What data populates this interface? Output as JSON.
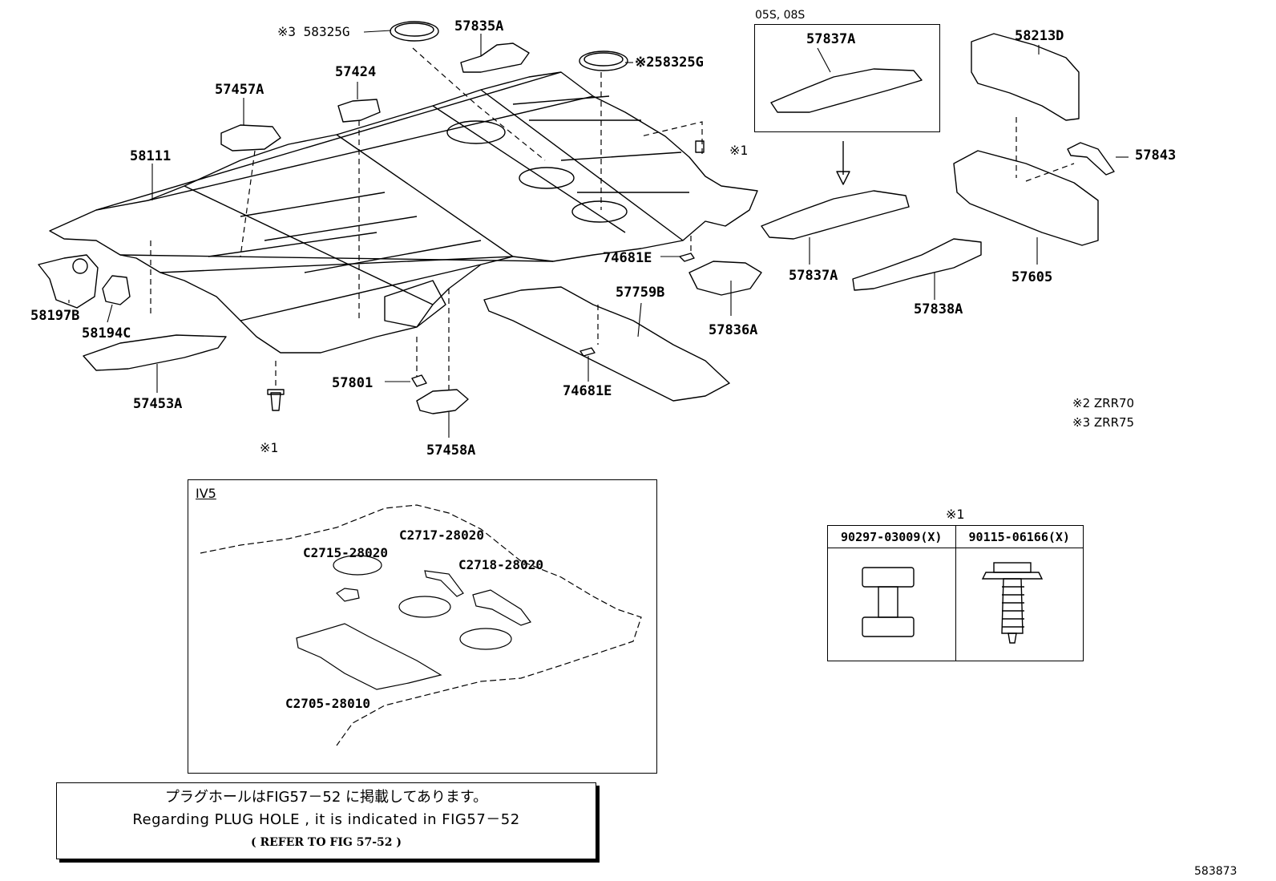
{
  "labels": {
    "p58325G_3": "※3 58325G",
    "p57835A": "57835A",
    "p58325G_2": "※258325G",
    "p57424": "57424",
    "p57457A": "57457A",
    "p58111": "58111",
    "p58197B": "58197B",
    "p58194C": "58194C",
    "p57453A": "57453A",
    "p57801": "57801",
    "p57458A": "57458A",
    "p74681E_a": "74681E",
    "p74681E_b": "74681E",
    "p57759B": "57759B",
    "p57836A": "57836A",
    "star1_a": "※1",
    "star1_b": "※1",
    "p57837A_top": "57837A",
    "p57837A_bot": "57837A",
    "p57838A": "57838A",
    "p58213D": "58213D",
    "p57843": "57843",
    "p57605": "57605"
  },
  "variant_box": {
    "caption": "05S, 08S"
  },
  "notes": {
    "zrr70": "※2 ZRR70",
    "zrr75": "※3 ZRR75"
  },
  "iv5": {
    "title": "IV5",
    "c2715": "C2715-28020",
    "c2717": "C2717-28020",
    "c2718": "C2718-28020",
    "c2705": "C2705-28010"
  },
  "fasteners": {
    "caption": "※1",
    "col1": "90297-03009(X)",
    "col2": "90115-06166(X)"
  },
  "plug_note": {
    "line1": "プラグホールはFIG57－52 に掲載してあります。",
    "line2": "Regarding PLUG HOLE , it is indicated in FIG57－52",
    "line3": "( REFER TO FIG 57-52  )"
  },
  "figure_id": "583873"
}
